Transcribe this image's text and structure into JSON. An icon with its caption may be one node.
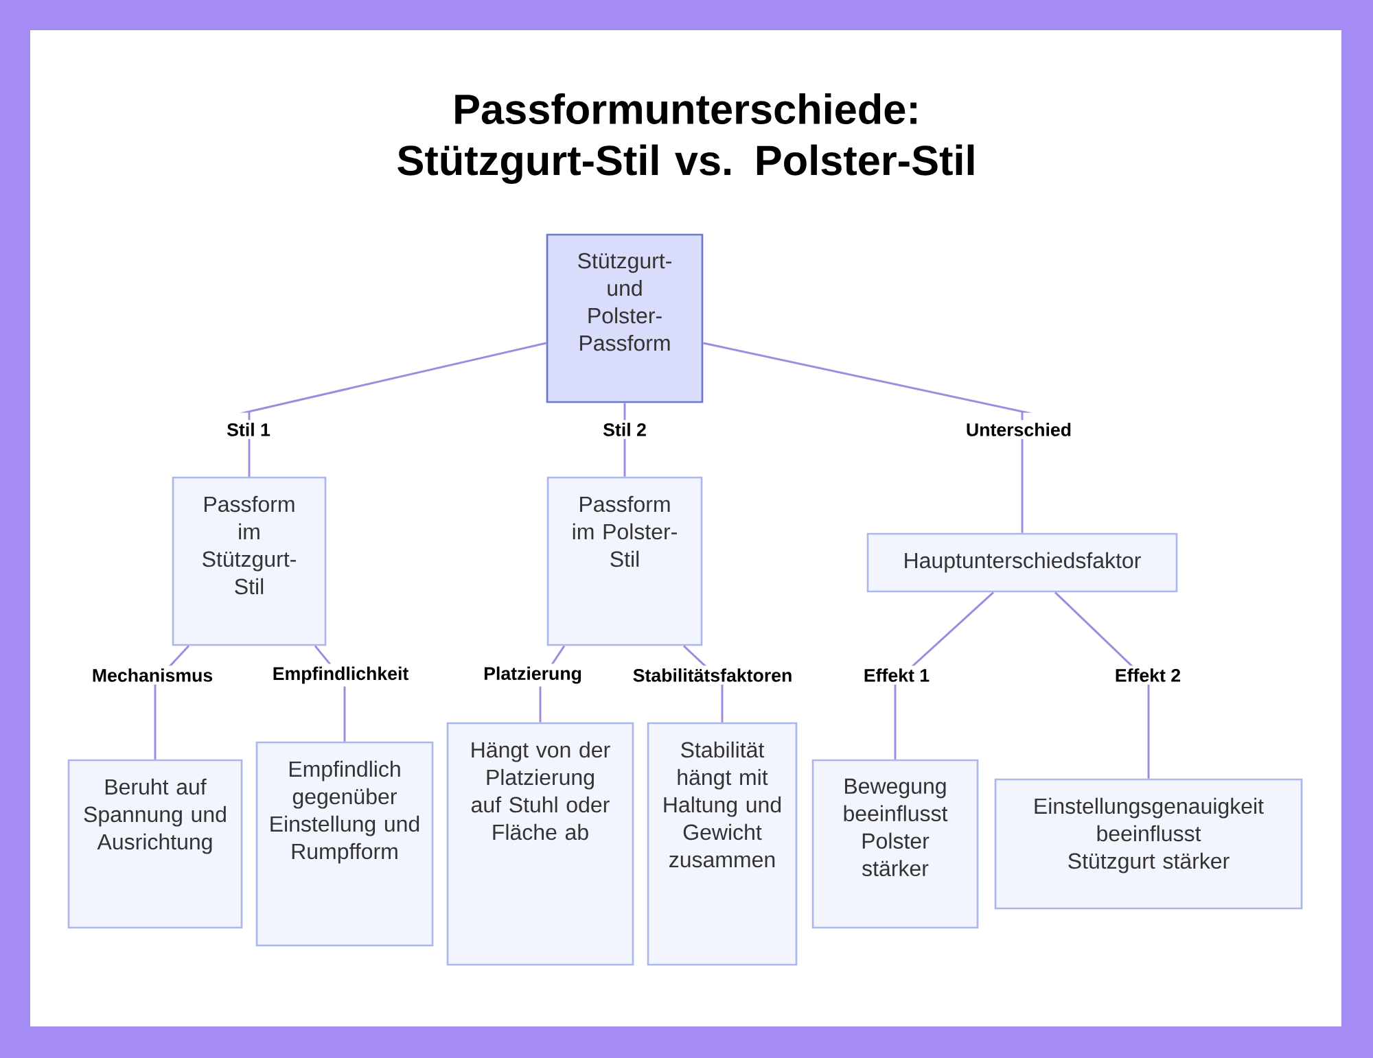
{
  "diagram": {
    "title": "Passformunterschiede: Stützgurt-Stil vs. Polster-Stil",
    "nodes": [
      {
        "text": [
          "Stützgurt- und Polster-Passform"
        ]
      },
      {
        "text": [
          "Passform im Stützgurt-Stil"
        ]
      },
      {
        "text": [
          "Passform im Polster-Stil"
        ]
      },
      {
        "text": [
          "Hauptunterschiedsfaktor"
        ]
      },
      {
        "text": [
          "Beruht auf Spannung und Ausrichtung"
        ]
      },
      {
        "text": [
          "Empfindlich gegenüber Einstellung und Rumpfform"
        ]
      },
      {
        "text": [
          "Hängt von der Platzierung auf Stuhl oder Fläche ab"
        ]
      },
      {
        "text": [
          "Stabilität hängt mit Haltung und Gewicht zusammen"
        ]
      },
      {
        "text": [
          "Bewegung beeinflusst Polster stärker"
        ]
      },
      {
        "text": [
          "Einstellungsgenauigkeit beeinflusst Stützgurt stärker"
        ]
      }
    ],
    "edges": [
      {
        "from": 0,
        "to": 1,
        "arrow": "none",
        "label": "Stil 1"
      },
      {
        "from": 0,
        "to": 2,
        "arrow": "none",
        "label": "Stil 2"
      },
      {
        "from": 0,
        "to": 3,
        "arrow": "none",
        "label": "Unterschied"
      },
      {
        "from": 1,
        "to": 4,
        "arrow": "none",
        "label": "Mechanismus"
      },
      {
        "from": 1,
        "to": 5,
        "arrow": "none",
        "label": "Empfindlichkeit"
      },
      {
        "from": 2,
        "to": 6,
        "arrow": "none",
        "label": "Platzierung"
      },
      {
        "from": 2,
        "to": 7,
        "arrow": "none",
        "label": "Stabilitätsfaktoren"
      },
      {
        "from": 3,
        "to": 8,
        "arrow": "none",
        "label": "Effekt 1"
      },
      {
        "from": 3,
        "to": 9,
        "arrow": "none",
        "label": "Effekt 2"
      }
    ]
  }
}
